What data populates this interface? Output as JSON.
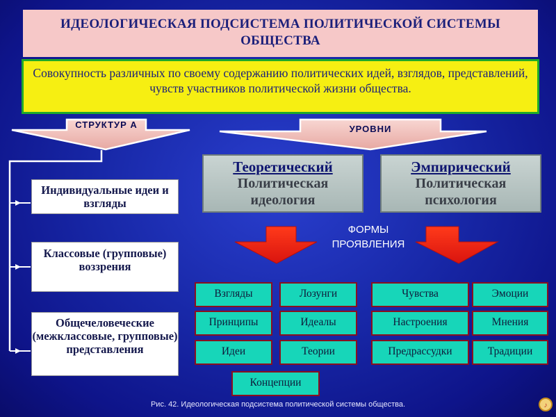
{
  "title": "ИДЕОЛОГИЧЕСКАЯ ПОДСИСТЕМА ПОЛИТИЧЕСКОЙ СИСТЕМЫ ОБЩЕСТВА",
  "definition": "Совокупность различных по своему содержанию политических идей, взглядов, представлений, чувств участников политической жизни общества.",
  "arrows": {
    "structure": "СТРУКТУР А",
    "levels": "УРОВНИ"
  },
  "levels": [
    {
      "head": "Теоретический",
      "line1": "Политическая",
      "line2": "идеология"
    },
    {
      "head": "Эмпирический",
      "line1": "Политическая",
      "line2": "психология"
    }
  ],
  "structure_items": [
    "Индивидуальные идеи и взгляды",
    "Классовые (групповые) воззрения",
    "Общечеловеческие (межклассовые, групповые) представления"
  ],
  "forms_label": "ФОРМЫ ПРОЯВЛЕНИЯ",
  "theoretical_forms": [
    "Взгляды",
    "Лозунги",
    "Принципы",
    "Идеалы",
    "Идеи",
    "Теории",
    "Концепции"
  ],
  "empirical_forms": [
    "Чувства",
    "Эмоции",
    "Настроения",
    "Мнения",
    "Предрассудки",
    "Традиции"
  ],
  "caption": "Рис. 42. Идеологическая подсистема политической системы общества.",
  "colors": {
    "background": "#1828a8",
    "title_bg": "#f6c8c8",
    "definition_bg": "#f6ef12",
    "definition_border": "#1faa2a",
    "form_bg": "#17d6b9",
    "form_border": "#8a0f1e",
    "arrow_red": "#e8211b",
    "arrow_pink": "#f3c4c0"
  },
  "icons": {
    "corner": "sound-icon"
  }
}
